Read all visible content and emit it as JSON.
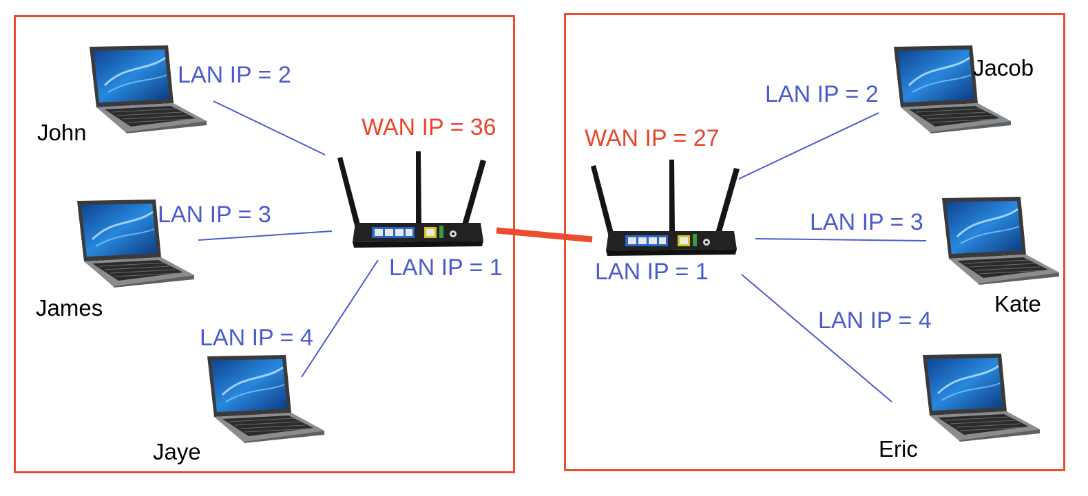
{
  "colors": {
    "network_border": "#ea4d2f",
    "lan_label": "#4a5bcf",
    "wan_label": "#e9452b",
    "name_label": "#000000",
    "wan_link": "#ea4d2f",
    "lan_link": "#4a5bcf"
  },
  "left_network": {
    "router": {
      "wan_label": "WAN IP = 36",
      "lan_label": "LAN IP = 1"
    },
    "computers": [
      {
        "name": "John",
        "lan_label": "LAN IP = 2"
      },
      {
        "name": "James",
        "lan_label": "LAN IP = 3"
      },
      {
        "name": "Jaye",
        "lan_label": "LAN IP = 4"
      }
    ]
  },
  "right_network": {
    "router": {
      "wan_label": "WAN IP = 27",
      "lan_label": "LAN IP = 1"
    },
    "computers": [
      {
        "name": "Jacob",
        "lan_label": "LAN IP = 2"
      },
      {
        "name": "Kate",
        "lan_label": "LAN IP = 3"
      },
      {
        "name": "Eric",
        "lan_label": "LAN IP = 4"
      }
    ]
  }
}
